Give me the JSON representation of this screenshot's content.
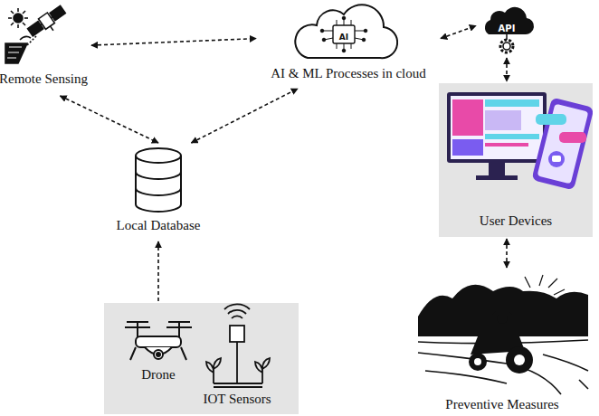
{
  "diagram": {
    "nodes": [
      {
        "text": [
          "Remote Sensing"
        ]
      },
      {
        "text": [
          "AI",
          "AI & ML Processes in cloud"
        ]
      },
      {
        "text": [
          "API"
        ]
      },
      {
        "text": [
          "Local Database"
        ]
      },
      {
        "text": [
          "User Devices"
        ]
      },
      {
        "text": [
          "Drone",
          "IOT Sensors"
        ]
      },
      {
        "text": [
          "Preventive Measures"
        ]
      }
    ],
    "edges": [
      {
        "from": 0,
        "to": 1,
        "arrow": "both"
      },
      {
        "from": 0,
        "to": 3,
        "arrow": "both"
      },
      {
        "from": 3,
        "to": 1,
        "arrow": "both"
      },
      {
        "from": 1,
        "to": 2,
        "arrow": "both"
      },
      {
        "from": 2,
        "to": 4,
        "arrow": "both"
      },
      {
        "from": 4,
        "to": 6,
        "arrow": "both"
      },
      {
        "from": 5,
        "to": 3,
        "arrow": "to"
      }
    ]
  }
}
